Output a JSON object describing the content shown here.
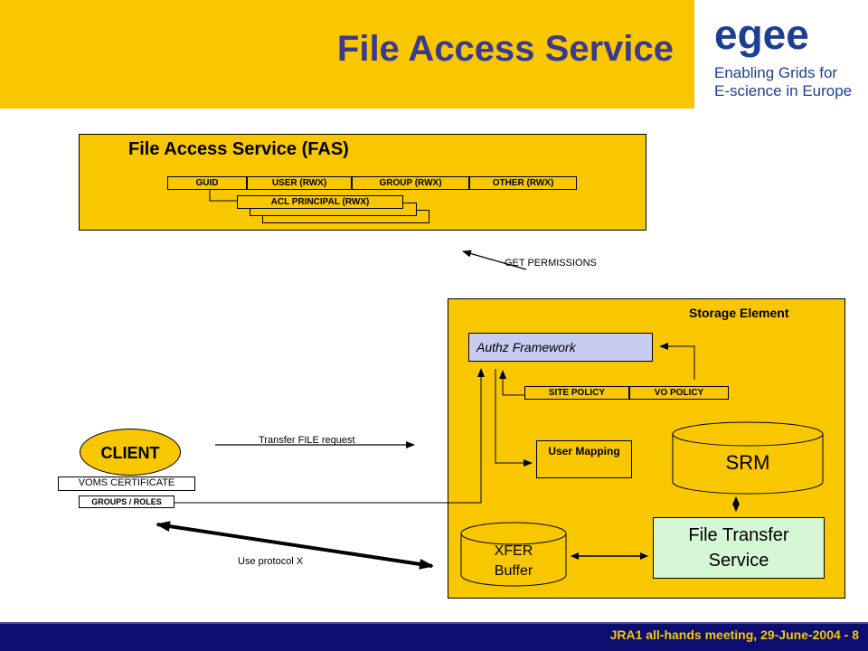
{
  "slide": {
    "title": "File Access Service",
    "footer": "JRA1 all-hands meeting, 29-June-2004 - 8"
  },
  "logo": {
    "wordmark": "egee",
    "line1": "Enabling Grids for",
    "line2": "E-science in Europe"
  },
  "fas": {
    "title": "File Access Service (FAS)",
    "fields": [
      "GUID",
      "USER (RWX)",
      "GROUP (RWX)",
      "OTHER (RWX)"
    ],
    "acl": "ACL PRINCIPAL (RWX)"
  },
  "arrows": {
    "get_permissions": "GET PERMISSIONS",
    "transfer_request": "Transfer FILE request",
    "use_protocol": "Use protocol X"
  },
  "client": {
    "label": "CLIENT",
    "voms": "VOMS CERTIFICATE",
    "groups": "GROUPS / ROLES"
  },
  "storage_element": {
    "title": "Storage Element",
    "authz": "Authz Framework",
    "site_policy": "SITE POLICY",
    "vo_policy": "VO POLICY",
    "user_mapping": "User Mapping",
    "srm": "SRM",
    "xfer_line1": "XFER",
    "xfer_line2": "Buffer",
    "fts_line1": "File Transfer",
    "fts_line2": "Service"
  },
  "colors": {
    "banner": "#f9c700",
    "title": "#3b3a8c",
    "footer_bg": "#0b0e6e",
    "footer_text": "#f9c700",
    "authz_fill": "#c8ccf0",
    "fts_fill": "#d6f7d6",
    "logo_blue": "#1c3f94",
    "logo_orange": "#f0a000"
  }
}
